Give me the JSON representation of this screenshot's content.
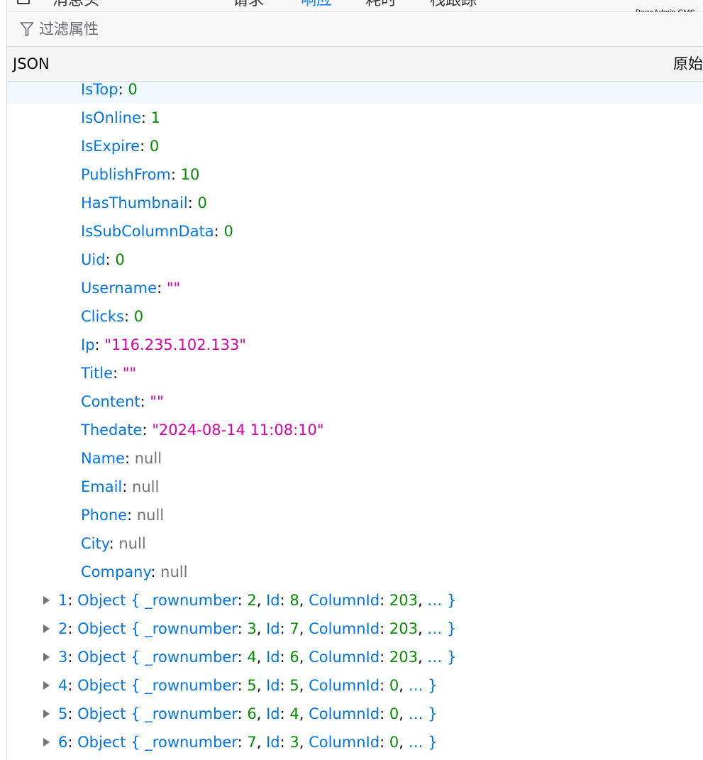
{
  "watermark": "PageAdmin CMS",
  "toolbar_tabs": [
    {
      "label": "消息头",
      "active": false
    },
    {
      "label": "请求",
      "active": false
    },
    {
      "label": "响应",
      "active": true
    },
    {
      "label": "耗时",
      "active": false
    },
    {
      "label": "栈跟踪",
      "active": false
    }
  ],
  "filter": {
    "placeholder": "过滤属性"
  },
  "columns": {
    "json": "JSON",
    "raw": "原始"
  },
  "fields": [
    {
      "key": "IsTop",
      "value": "0",
      "type": "num"
    },
    {
      "key": "IsOnline",
      "value": "1",
      "type": "num"
    },
    {
      "key": "IsExpire",
      "value": "0",
      "type": "num"
    },
    {
      "key": "PublishFrom",
      "value": "10",
      "type": "num"
    },
    {
      "key": "HasThumbnail",
      "value": "0",
      "type": "num"
    },
    {
      "key": "IsSubColumnData",
      "value": "0",
      "type": "num"
    },
    {
      "key": "Uid",
      "value": "0",
      "type": "num"
    },
    {
      "key": "Username",
      "value": "\"\"",
      "type": "str"
    },
    {
      "key": "Clicks",
      "value": "0",
      "type": "num"
    },
    {
      "key": "Ip",
      "value": "\"116.235.102.133\"",
      "type": "str"
    },
    {
      "key": "Title",
      "value": "\"\"",
      "type": "str"
    },
    {
      "key": "Content",
      "value": "\"\"",
      "type": "str"
    },
    {
      "key": "Thedate",
      "value": "\"2024-08-14 11:08:10\"",
      "type": "str"
    },
    {
      "key": "Name",
      "value": "null",
      "type": "nul"
    },
    {
      "key": "Email",
      "value": "null",
      "type": "nul"
    },
    {
      "key": "Phone",
      "value": "null",
      "type": "nul"
    },
    {
      "key": "City",
      "value": "null",
      "type": "nul"
    },
    {
      "key": "Company",
      "value": "null",
      "type": "nul"
    }
  ],
  "objects": [
    {
      "index": "1",
      "rownumber": "2",
      "id": "8",
      "columnid": "203"
    },
    {
      "index": "2",
      "rownumber": "3",
      "id": "7",
      "columnid": "203"
    },
    {
      "index": "3",
      "rownumber": "4",
      "id": "6",
      "columnid": "203"
    },
    {
      "index": "4",
      "rownumber": "5",
      "id": "5",
      "columnid": "0"
    },
    {
      "index": "5",
      "rownumber": "6",
      "id": "4",
      "columnid": "0"
    },
    {
      "index": "6",
      "rownumber": "7",
      "id": "3",
      "columnid": "0"
    }
  ],
  "object_template": {
    "type_label": "Object",
    "open_brace": "{",
    "close": "… }",
    "key_rownumber": "_rownumber",
    "key_id": "Id",
    "key_columnid": "ColumnId"
  }
}
